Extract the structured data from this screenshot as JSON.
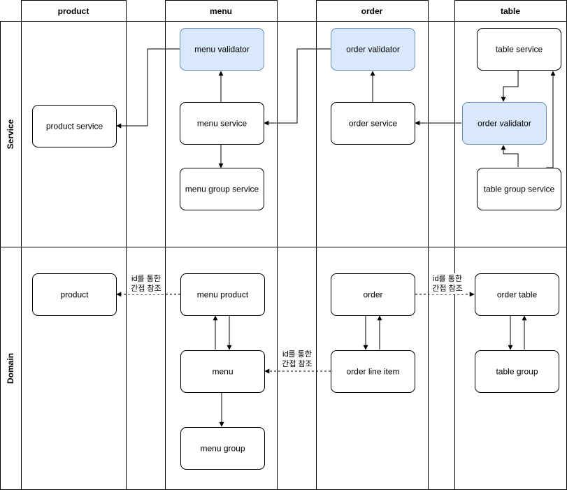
{
  "columns": {
    "product": "product",
    "menu": "menu",
    "order": "order",
    "table": "table"
  },
  "lanes": {
    "service": "Service",
    "domain": "Domain"
  },
  "nodes": {
    "menu_validator": "menu validator",
    "order_validator_order": "order validator",
    "table_service": "table service",
    "product_service": "product service",
    "menu_service": "menu service",
    "order_service": "order service",
    "order_validator_table": "order validator",
    "menu_group_service": "menu group service",
    "table_group_service": "table group service",
    "product": "product",
    "menu_product": "menu product",
    "order": "order",
    "order_table": "order table",
    "menu": "menu",
    "order_line_item": "order line item",
    "table_group": "table group",
    "menu_group": "menu group"
  },
  "notes": {
    "id_ref_1": [
      "id를 통한",
      "간접 참조"
    ],
    "id_ref_2": [
      "id를 통한",
      "간접 참조"
    ],
    "id_ref_3": [
      "id를 통한",
      "간접 참조"
    ]
  },
  "colors": {
    "validator_fill": "#dae8fc",
    "validator_stroke": "#6c8ebf",
    "line": "#000000"
  }
}
